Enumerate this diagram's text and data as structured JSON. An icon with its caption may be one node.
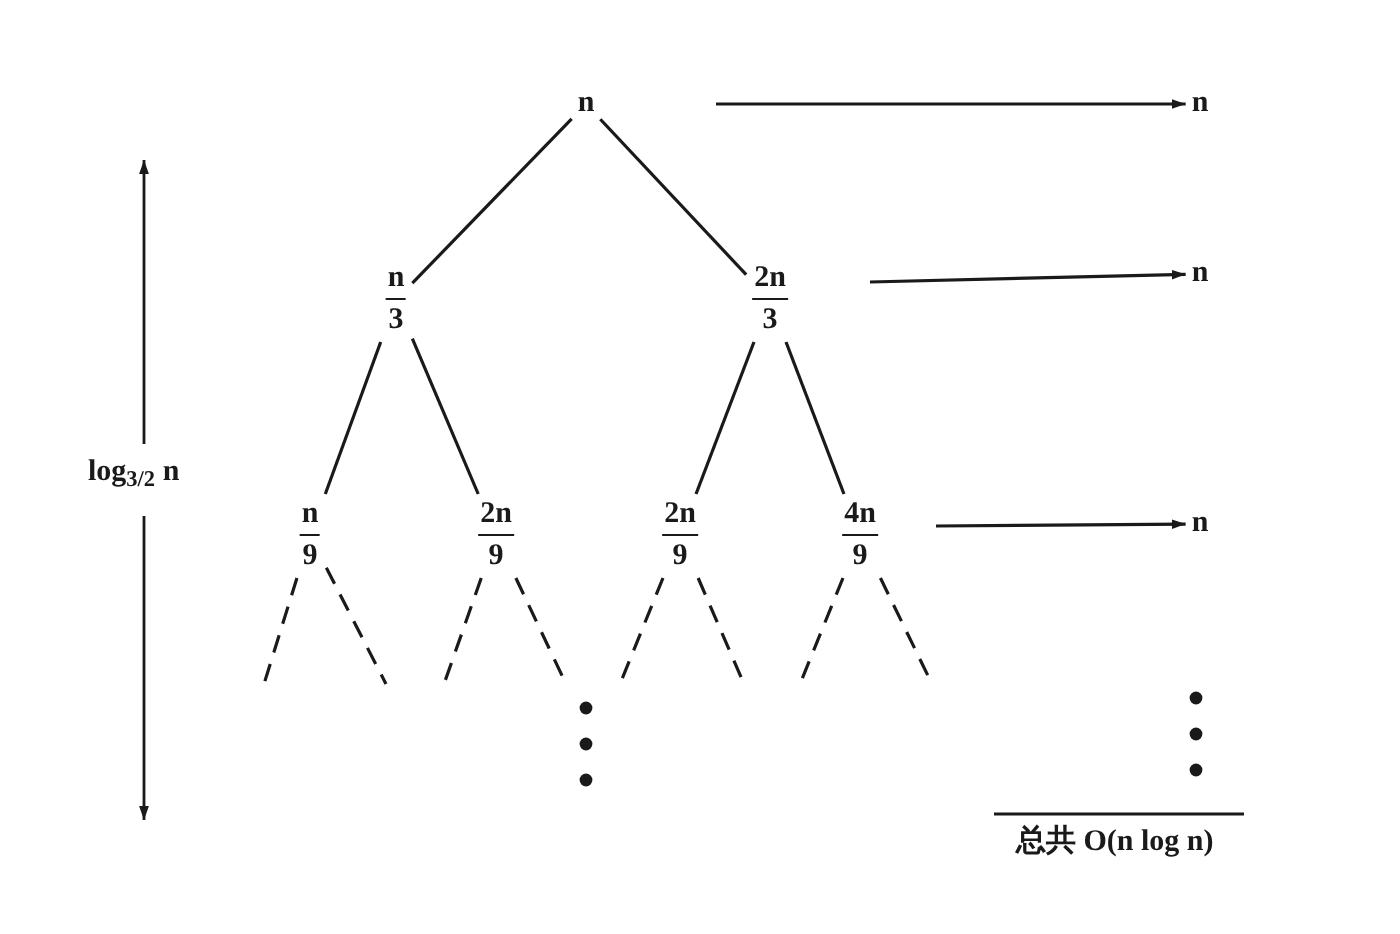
{
  "diagram": {
    "nodes": [
      {
        "text": [
          "n"
        ]
      },
      {
        "text": [
          "n",
          "3"
        ]
      },
      {
        "text": [
          "2n",
          "3"
        ]
      },
      {
        "text": [
          "n",
          "9"
        ]
      },
      {
        "text": [
          "2n",
          "9"
        ]
      },
      {
        "text": [
          "2n",
          "9"
        ]
      },
      {
        "text": [
          "4n",
          "9"
        ]
      },
      {
        "text": [
          "n"
        ]
      },
      {
        "text": [
          "n"
        ]
      },
      {
        "text": [
          "n"
        ]
      }
    ],
    "edges": [
      {
        "from": 0,
        "to": 1,
        "arrow": "none"
      },
      {
        "from": 0,
        "to": 2,
        "arrow": "none"
      },
      {
        "from": 1,
        "to": 3,
        "arrow": "none"
      },
      {
        "from": 1,
        "to": 4,
        "arrow": "none"
      },
      {
        "from": 2,
        "to": 5,
        "arrow": "none"
      },
      {
        "from": 2,
        "to": 6,
        "arrow": "none"
      },
      {
        "from": 3,
        "to": null,
        "arrow": "none",
        "style": "dashed"
      },
      {
        "from": 3,
        "to": null,
        "arrow": "none",
        "style": "dashed"
      },
      {
        "from": 4,
        "to": null,
        "arrow": "none",
        "style": "dashed"
      },
      {
        "from": 4,
        "to": null,
        "arrow": "none",
        "style": "dashed"
      },
      {
        "from": 5,
        "to": null,
        "arrow": "none",
        "style": "dashed"
      },
      {
        "from": 5,
        "to": null,
        "arrow": "none",
        "style": "dashed"
      },
      {
        "from": 6,
        "to": null,
        "arrow": "none",
        "style": "dashed"
      },
      {
        "from": 6,
        "to": null,
        "arrow": "none",
        "style": "dashed"
      },
      {
        "from": null,
        "to": 7,
        "arrow": "to"
      },
      {
        "from": null,
        "to": 8,
        "arrow": "to"
      },
      {
        "from": null,
        "to": 9,
        "arrow": "to"
      }
    ],
    "labels": [
      "log$_{3/2}$ n",
      "总共 O(n log n)"
    ]
  }
}
